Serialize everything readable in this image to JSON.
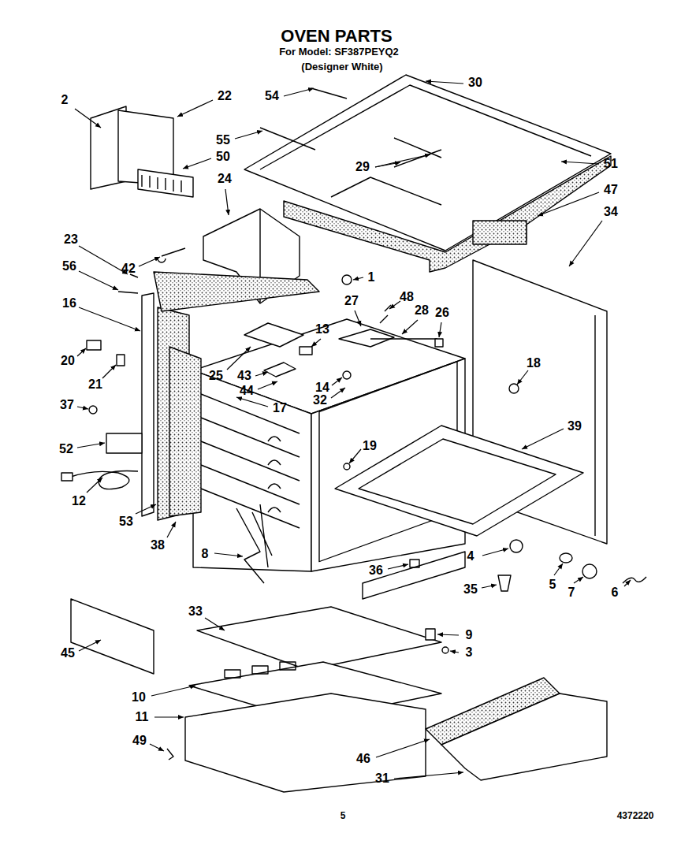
{
  "diagram": {
    "title": "OVEN PARTS",
    "labels": [
      "For Model: SF387PEYQ2",
      "(Designer White)",
      "2",
      "22",
      "54",
      "30",
      "55",
      "29",
      "51",
      "50",
      "24",
      "47",
      "34",
      "23",
      "42",
      "56",
      "1",
      "48",
      "27",
      "28",
      "26",
      "16",
      "13",
      "20",
      "21",
      "43",
      "25",
      "14",
      "44",
      "32",
      "17",
      "18",
      "39",
      "37",
      "19",
      "52",
      "12",
      "53",
      "38",
      "8",
      "4",
      "36",
      "5",
      "7",
      "6",
      "35",
      "33",
      "9",
      "3",
      "45",
      "10",
      "11",
      "49",
      "46",
      "31",
      "5",
      "4372220"
    ]
  }
}
